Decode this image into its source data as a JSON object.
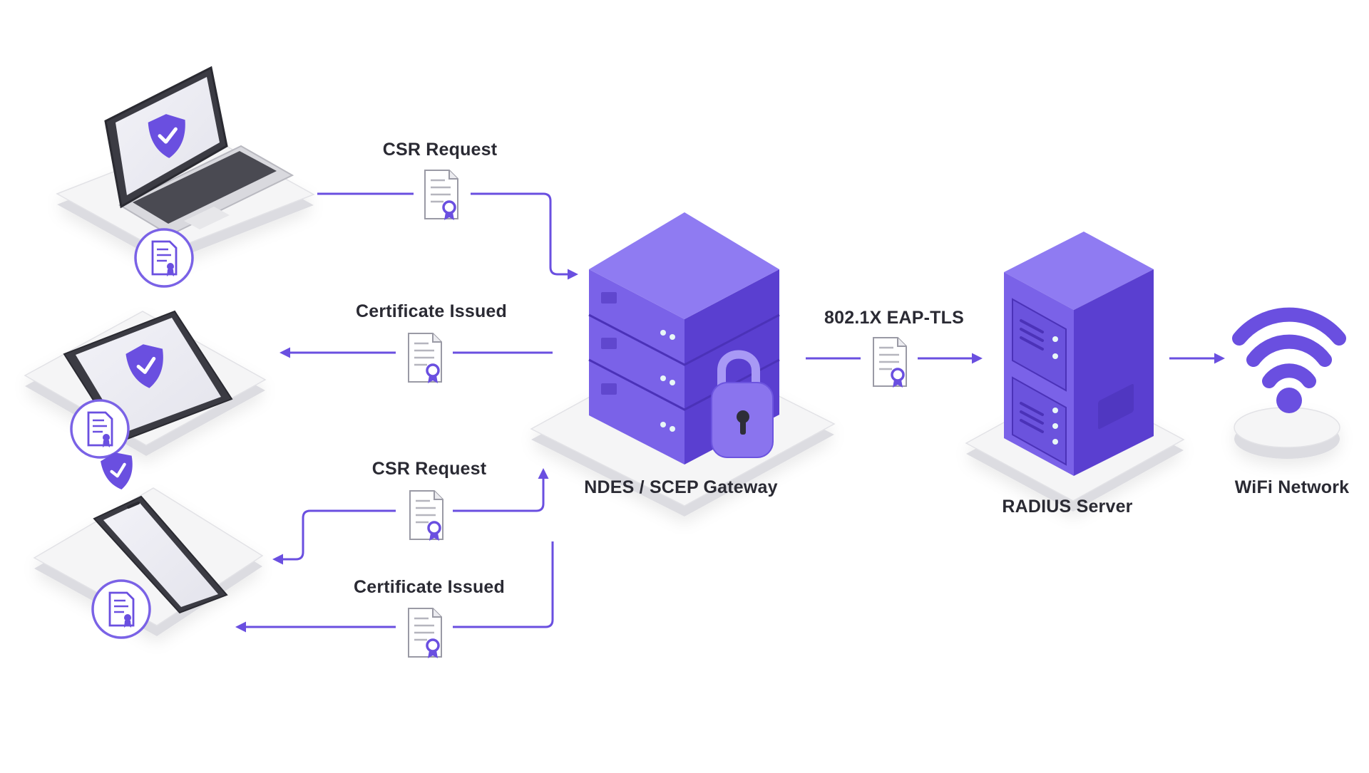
{
  "colors": {
    "accent": "#6a4fe0",
    "accent_dark": "#5136c4",
    "accent_light": "#8d77f0",
    "platform": "#f3f3f4",
    "platform_edge": "#dedee2",
    "text": "#2a2a33"
  },
  "flows": {
    "laptop_csr": "CSR Request",
    "laptop_cert": "Certificate Issued",
    "phone_csr": "CSR Request",
    "phone_cert": "Certificate Issued",
    "eap_tls": "802.1X EAP-TLS"
  },
  "nodes": {
    "gateway": "NDES / SCEP Gateway",
    "radius": "RADIUS Server",
    "wifi": "WiFi Network"
  },
  "devices": [
    {
      "type": "laptop",
      "icon": "shield-check-icon",
      "badge": "certificate-icon"
    },
    {
      "type": "tablet",
      "icon": "shield-check-icon",
      "badge": "certificate-icon"
    },
    {
      "type": "phone",
      "icon": "shield-check-icon",
      "badge": "certificate-icon"
    }
  ]
}
